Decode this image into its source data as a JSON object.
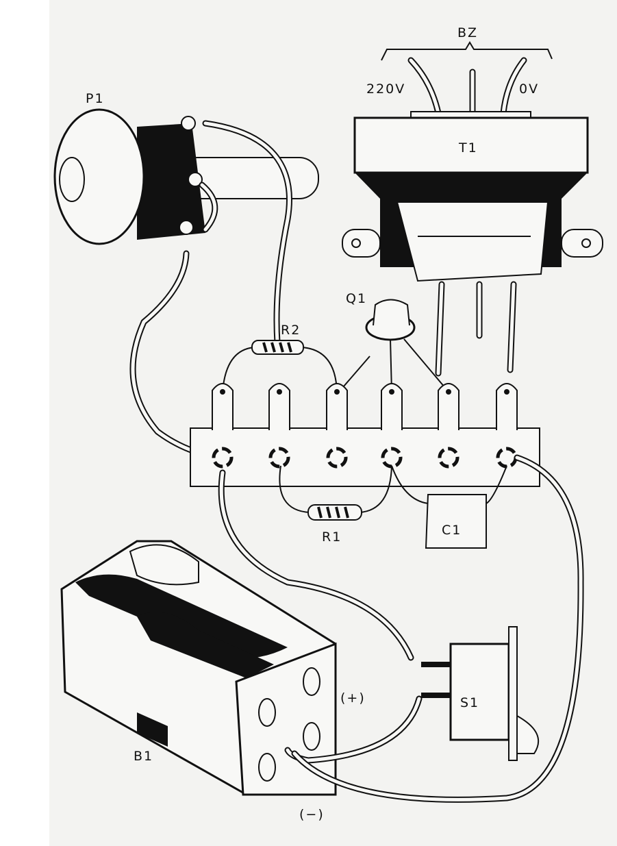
{
  "diagram": {
    "labels": {
      "bz": "BZ",
      "v220": "220V",
      "v0": "0V",
      "t1": "T1",
      "p1": "P1",
      "q1": "Q1",
      "r2": "R2",
      "r1": "R1",
      "c1": "C1",
      "s1": "S1",
      "b1": "B1",
      "plus": "(+)",
      "minus": "(−)"
    }
  }
}
